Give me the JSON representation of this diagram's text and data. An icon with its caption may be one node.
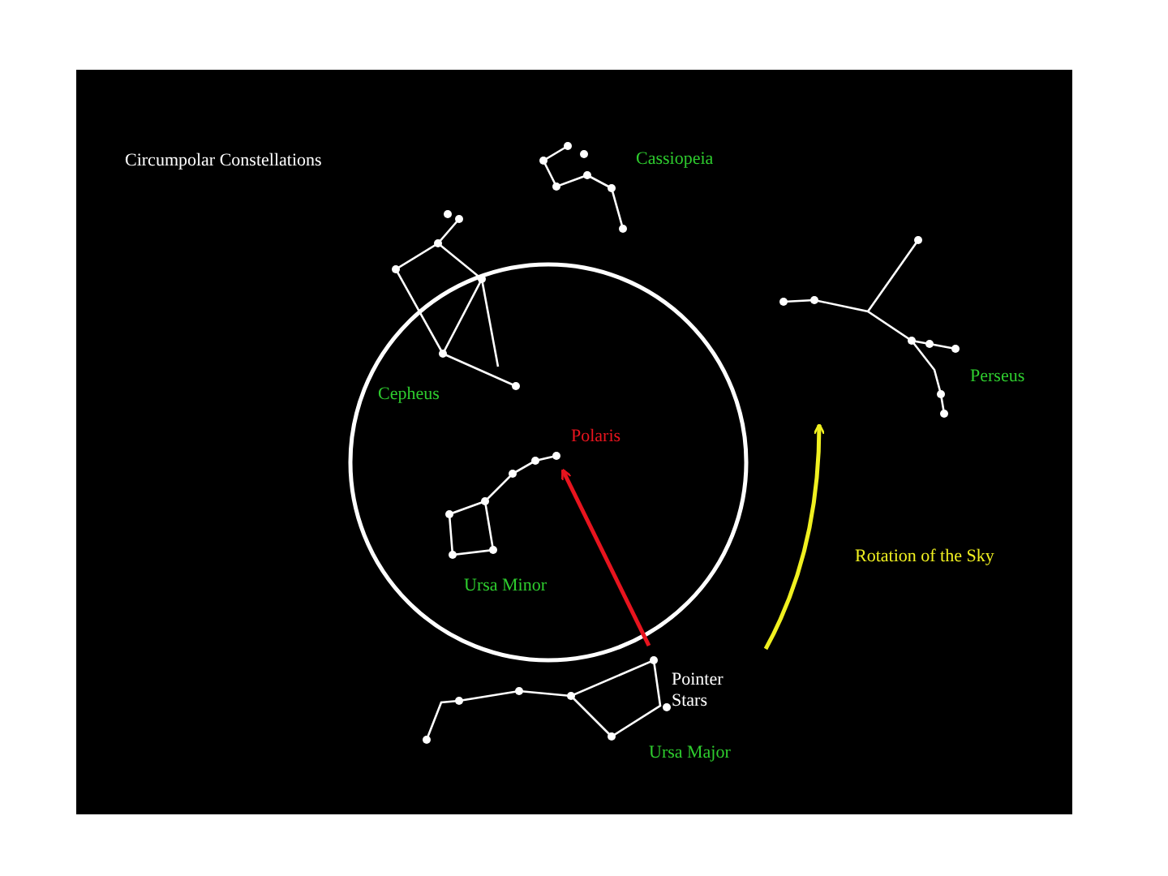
{
  "diagram": {
    "title": "Circumpolar Constellations",
    "nodes": [
      {
        "text": [
          "Polaris"
        ]
      },
      {
        "text": [
          "Pointer Stars"
        ]
      }
    ],
    "edges": [
      {
        "from": 1,
        "to": 0,
        "arrow": "to",
        "color": "#e8141e"
      }
    ],
    "labels": [
      "Cassiopeia",
      "Cepheus",
      "Perseus",
      "Ursa Minor",
      "Rotation of the Sky",
      "Ursa Major"
    ]
  }
}
